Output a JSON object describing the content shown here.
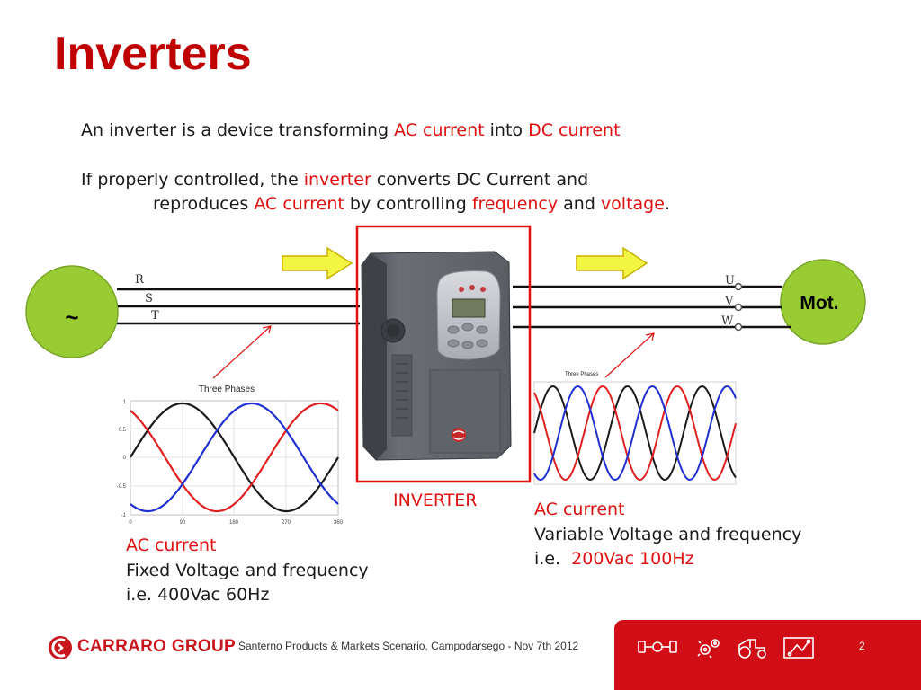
{
  "slide": {
    "title": "Inverters",
    "line1": {
      "pre": "An inverter is a device transforming ",
      "hl1": "AC current",
      "mid": " into ",
      "hl2": "DC current"
    },
    "line2": {
      "pre": "If properly controlled, the ",
      "hl1": "inverter",
      "post": " converts DC Current and"
    },
    "line3": {
      "pre": "reproduces ",
      "hl1": "AC current",
      "mid1": " by controlling ",
      "hl2": "frequency",
      "mid2": " and ",
      "hl3": "voltage",
      "end": "."
    }
  },
  "diagram": {
    "source_symbol": "~",
    "motor_label": "Mot.",
    "input_phases": [
      "R",
      "S",
      "T"
    ],
    "output_phases": [
      "U",
      "V",
      "W"
    ],
    "inverter_label": "INVERTER",
    "left_chart_title": "Three Phases",
    "right_chart_title": "Three Phases",
    "left_y_ticks": [
      "1",
      "0.5",
      "0",
      "-0.5",
      "-1"
    ],
    "left_x_ticks": [
      "0",
      "90",
      "180",
      "270",
      "360"
    ]
  },
  "left_caption": {
    "line1": "AC current",
    "line2": "Fixed Voltage and frequency",
    "line3": "i.e.  400Vac  60Hz"
  },
  "right_caption": {
    "line1": "AC current",
    "line2": "Variable Voltage and frequency",
    "line3_pre": "i.e.  ",
    "line3_hl": "200Vac  100Hz"
  },
  "footer": {
    "logo_text": "CARRARO",
    "logo_group": "GROUP",
    "text": "Santerno Products & Markets Scenario, Campodarsego - Nov 7th 2012",
    "page": "2"
  },
  "colors": {
    "title": "#c00000",
    "highlight": "#e01010",
    "circle": "#99cc33",
    "arrow": "#f2f542",
    "footer_panel": "#d10e16"
  }
}
